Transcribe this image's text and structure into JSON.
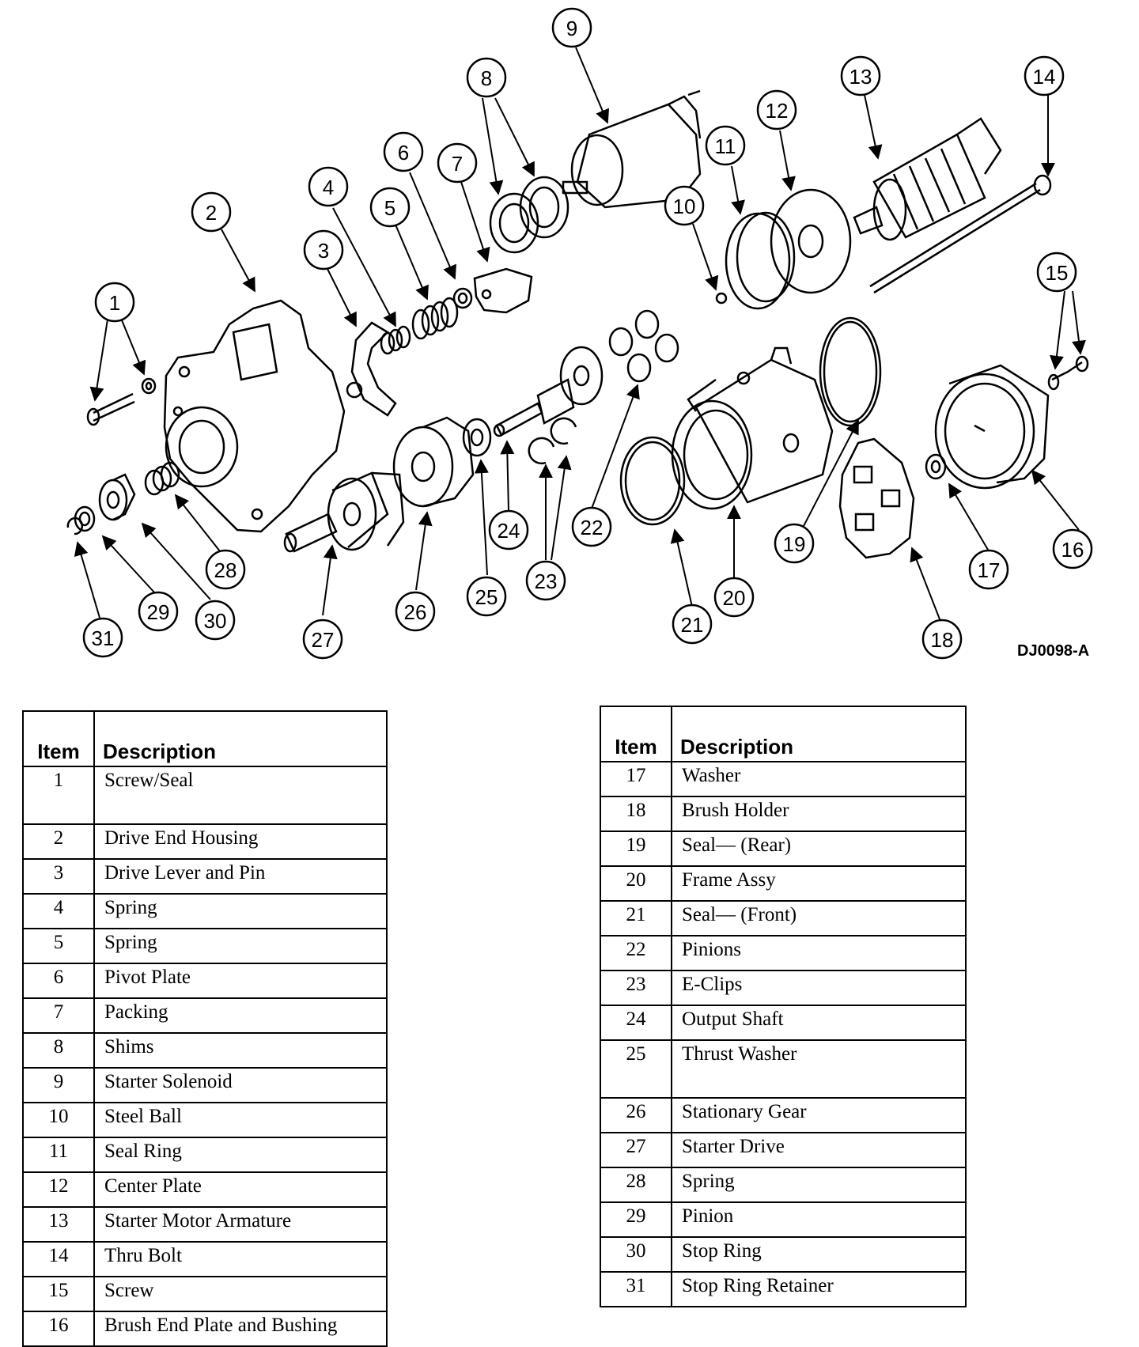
{
  "figure_code": "DJ0098-A",
  "callouts": [
    "1",
    "2",
    "3",
    "4",
    "5",
    "6",
    "7",
    "8",
    "9",
    "10",
    "11",
    "12",
    "13",
    "14",
    "15",
    "16",
    "17",
    "18",
    "19",
    "20",
    "21",
    "22",
    "23",
    "24",
    "25",
    "26",
    "27",
    "28",
    "29",
    "30",
    "31"
  ],
  "table_left": {
    "headers": {
      "item": "Item",
      "description": "Description"
    },
    "rows": [
      {
        "item": "1",
        "description": "Screw/Seal"
      },
      {
        "item": "2",
        "description": "Drive End Housing"
      },
      {
        "item": "3",
        "description": "Drive Lever and Pin"
      },
      {
        "item": "4",
        "description": "Spring"
      },
      {
        "item": "5",
        "description": "Spring"
      },
      {
        "item": "6",
        "description": "Pivot Plate"
      },
      {
        "item": "7",
        "description": "Packing"
      },
      {
        "item": "8",
        "description": "Shims"
      },
      {
        "item": "9",
        "description": "Starter Solenoid"
      },
      {
        "item": "10",
        "description": "Steel Ball"
      },
      {
        "item": "11",
        "description": "Seal Ring"
      },
      {
        "item": "12",
        "description": "Center Plate"
      },
      {
        "item": "13",
        "description": "Starter Motor Armature"
      },
      {
        "item": "14",
        "description": "Thru Bolt"
      },
      {
        "item": "15",
        "description": "Screw"
      },
      {
        "item": "16",
        "description": "Brush End Plate and Bushing"
      }
    ]
  },
  "table_right": {
    "headers": {
      "item": "Item",
      "description": "Description"
    },
    "rows": [
      {
        "item": "17",
        "description": "Washer"
      },
      {
        "item": "18",
        "description": "Brush Holder"
      },
      {
        "item": "19",
        "description": "Seal— (Rear)"
      },
      {
        "item": "20",
        "description": "Frame Assy"
      },
      {
        "item": "21",
        "description": "Seal— (Front)"
      },
      {
        "item": "22",
        "description": "Pinions"
      },
      {
        "item": "23",
        "description": "E-Clips"
      },
      {
        "item": "24",
        "description": "Output Shaft"
      },
      {
        "item": "25",
        "description": "Thrust Washer"
      },
      {
        "item": "26",
        "description": "Stationary Gear"
      },
      {
        "item": "27",
        "description": "Starter Drive"
      },
      {
        "item": "28",
        "description": "Spring"
      },
      {
        "item": "29",
        "description": "Pinion"
      },
      {
        "item": "30",
        "description": "Stop Ring"
      },
      {
        "item": "31",
        "description": "Stop Ring Retainer"
      }
    ]
  }
}
